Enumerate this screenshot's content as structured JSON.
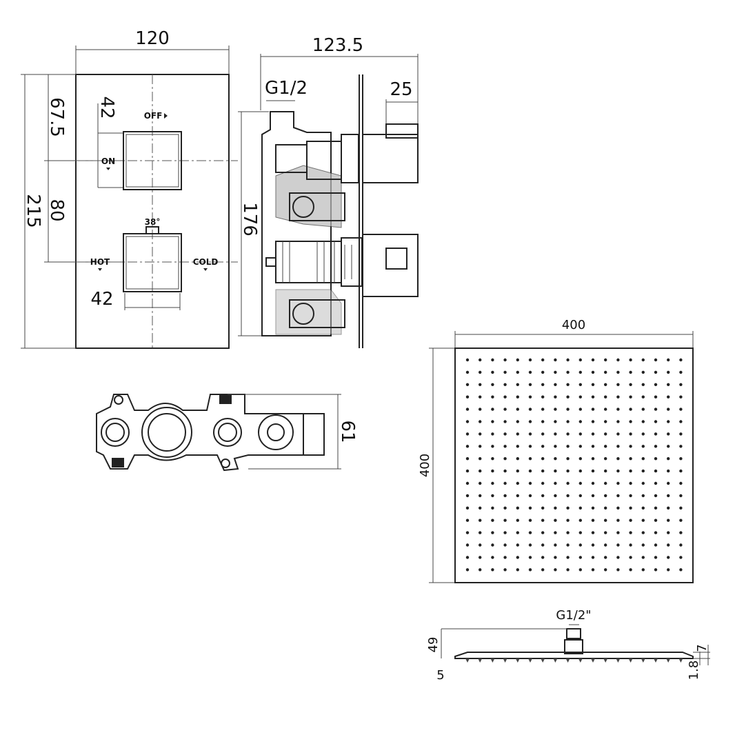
{
  "front_panel": {
    "width": "120",
    "height": "215",
    "top_offset": "67.5",
    "knob_height": "42",
    "knob_spacing": "80",
    "knob_width": "42",
    "off_label": "OFF",
    "on_label": "ON",
    "temp_label": "38°",
    "hot_label": "HOT",
    "cold_label": "COLD"
  },
  "side_view": {
    "depth": "123.5",
    "inlet": "G1/2",
    "projection": "25",
    "height": "176"
  },
  "valve_body": {
    "height": "61"
  },
  "shower_head_top": {
    "width": "400",
    "height": "400"
  },
  "shower_head_side": {
    "thread": "G1/2\"",
    "total_height": "49",
    "edge_offset": "5",
    "plate_height": "7",
    "edge_thickness": "1.8"
  },
  "colors": {
    "line": "#222222",
    "background": "#ffffff"
  }
}
